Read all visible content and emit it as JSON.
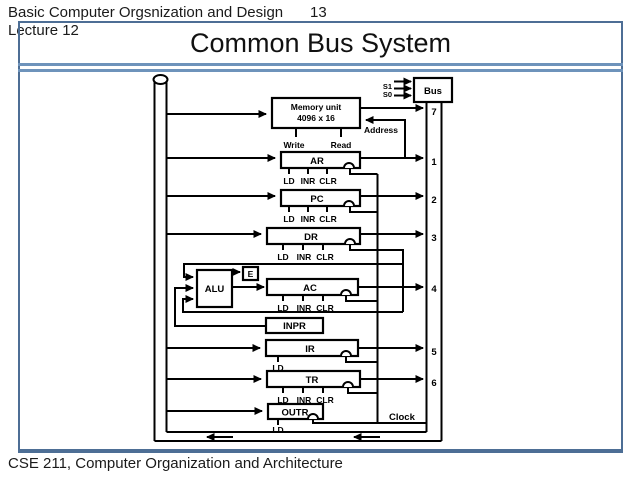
{
  "header": {
    "course": "Basic Computer Orgsnization and Design",
    "page": "13",
    "lecture": "Lecture 12"
  },
  "title": "Common Bus System",
  "footer": "CSE 211, Computer Organization and Architecture",
  "colors": {
    "border_blue": "#4d6e95",
    "rule_blue": "#6e93bb",
    "line_black": "#000000"
  },
  "diagram": {
    "bus_box": "Bus",
    "selects": [
      "S1",
      "S0"
    ],
    "clock": "Clock",
    "alu": "ALU",
    "e_flag": "E",
    "memory": {
      "name": "Memory unit",
      "size": "4096 x 16",
      "write": "Write",
      "read": "Read",
      "address": "Address",
      "bus_point": "7"
    },
    "registers": [
      {
        "name": "AR",
        "controls": [
          "LD",
          "INR",
          "CLR"
        ],
        "bus_point": "1"
      },
      {
        "name": "PC",
        "controls": [
          "LD",
          "INR",
          "CLR"
        ],
        "bus_point": "2"
      },
      {
        "name": "DR",
        "controls": [
          "LD",
          "INR",
          "CLR"
        ],
        "bus_point": "3"
      },
      {
        "name": "AC",
        "controls": [
          "LD",
          "INR",
          "CLR"
        ],
        "bus_point": "4"
      },
      {
        "name": "INPR",
        "controls": [],
        "bus_point": ""
      },
      {
        "name": "IR",
        "controls": [
          "LD"
        ],
        "bus_point": "5"
      },
      {
        "name": "TR",
        "controls": [
          "LD",
          "INR",
          "CLR"
        ],
        "bus_point": "6"
      },
      {
        "name": "OUTR",
        "controls": [
          "LD"
        ],
        "bus_point": ""
      }
    ]
  }
}
